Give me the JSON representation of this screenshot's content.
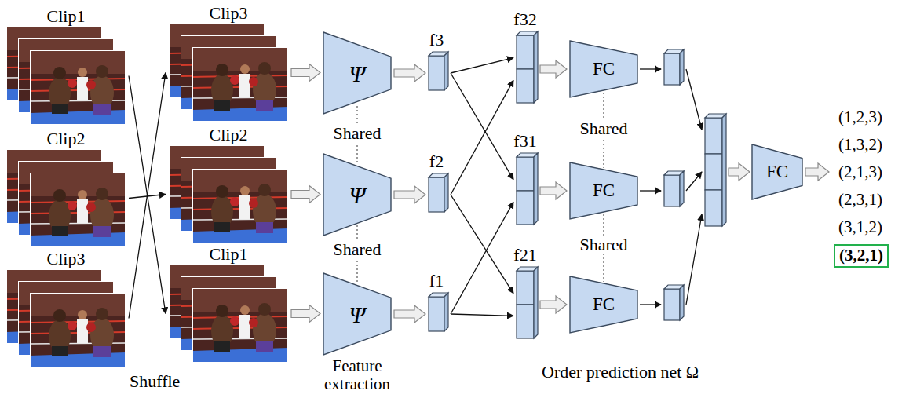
{
  "diagram": {
    "nodes": [
      {
        "text": [
          "Clip1"
        ]
      },
      {
        "text": [
          "Clip2"
        ]
      },
      {
        "text": [
          "Clip3"
        ]
      },
      {
        "text": [
          "Clip3"
        ]
      },
      {
        "text": [
          "Clip2"
        ]
      },
      {
        "text": [
          "Clip1"
        ]
      },
      {
        "text": [
          "Ψ"
        ]
      },
      {
        "text": [
          "Ψ"
        ]
      },
      {
        "text": [
          "Ψ"
        ]
      },
      {
        "text": [
          "f3"
        ]
      },
      {
        "text": [
          "f2"
        ]
      },
      {
        "text": [
          "f1"
        ]
      },
      {
        "text": [
          "f32"
        ]
      },
      {
        "text": [
          "f31"
        ]
      },
      {
        "text": [
          "f21"
        ]
      },
      {
        "text": [
          "FC"
        ]
      },
      {
        "text": [
          "FC"
        ]
      },
      {
        "text": [
          "FC"
        ]
      },
      {
        "text": [
          "FC"
        ]
      },
      {
        "text": [
          "(3,2,1)"
        ]
      }
    ],
    "edges": [
      {
        "from": 0,
        "to": 5,
        "arrow": "to"
      },
      {
        "from": 1,
        "to": 4,
        "arrow": "to"
      },
      {
        "from": 2,
        "to": 3,
        "arrow": "to"
      },
      {
        "from": 3,
        "to": 6,
        "arrow": "to"
      },
      {
        "from": 4,
        "to": 7,
        "arrow": "to"
      },
      {
        "from": 5,
        "to": 8,
        "arrow": "to"
      },
      {
        "from": 6,
        "to": 9,
        "arrow": "to"
      },
      {
        "from": 7,
        "to": 10,
        "arrow": "to"
      },
      {
        "from": 8,
        "to": 11,
        "arrow": "to"
      },
      {
        "from": 9,
        "to": 12,
        "arrow": "to"
      },
      {
        "from": 9,
        "to": 13,
        "arrow": "to"
      },
      {
        "from": 10,
        "to": 12,
        "arrow": "to"
      },
      {
        "from": 10,
        "to": 14,
        "arrow": "to"
      },
      {
        "from": 11,
        "to": 13,
        "arrow": "to"
      },
      {
        "from": 11,
        "to": 14,
        "arrow": "to"
      },
      {
        "from": 12,
        "to": 15,
        "arrow": "to"
      },
      {
        "from": 13,
        "to": 16,
        "arrow": "to"
      },
      {
        "from": 14,
        "to": 17,
        "arrow": "to"
      }
    ],
    "labels": [
      "Shuffle",
      "Shared",
      "Shared",
      "Feature extraction",
      "Shared",
      "Shared",
      "Order prediction net Ω",
      "(1,2,3)",
      "(1,3,2)",
      "(2,1,3)",
      "(2,3,1)",
      "(3,1,2)"
    ]
  }
}
